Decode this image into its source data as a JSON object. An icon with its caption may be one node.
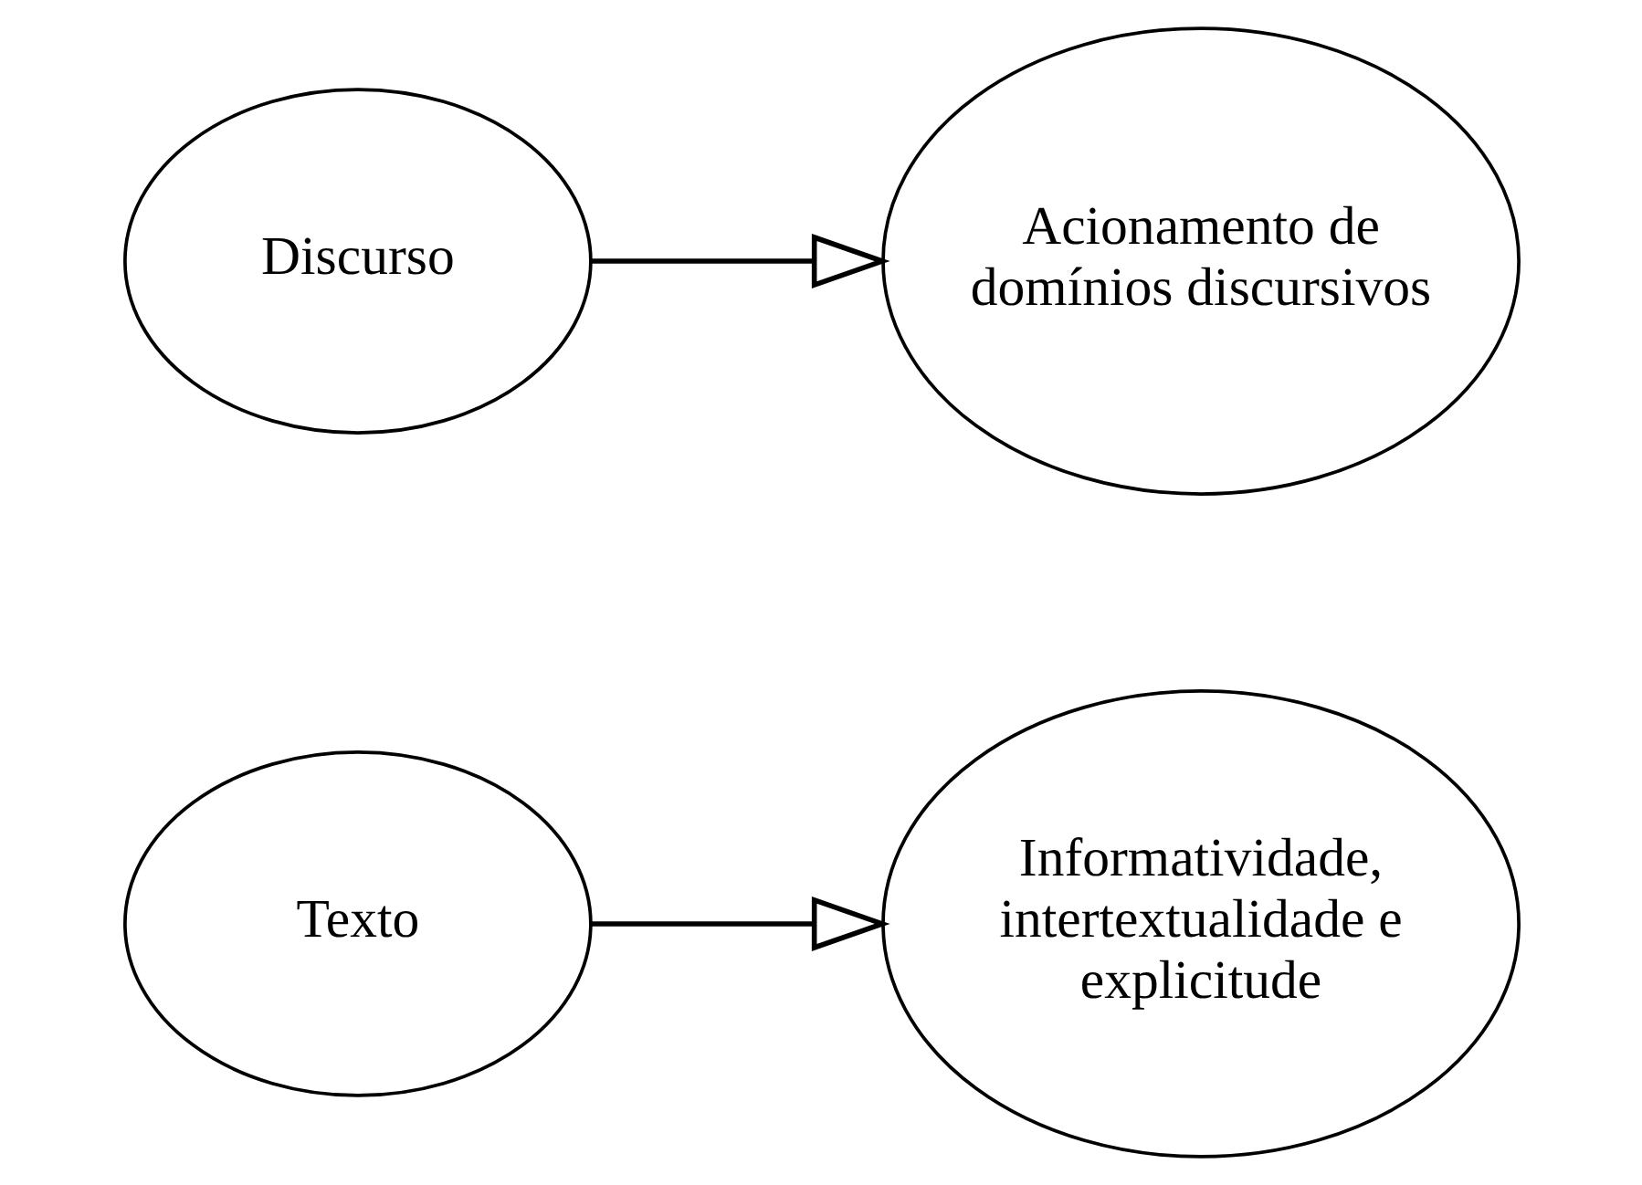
{
  "diagram": {
    "nodes": [
      {
        "text": [
          "Texto"
        ]
      },
      {
        "text": [
          "Informatividade, intertextualidade e explicitude"
        ]
      },
      {
        "text": [
          "Discurso"
        ]
      },
      {
        "text": [
          "Acionamento de domínios discursivos"
        ]
      }
    ],
    "edges": [
      {
        "from": 0,
        "to": 1,
        "arrow": "to"
      },
      {
        "from": 2,
        "to": 3,
        "arrow": "to"
      }
    ]
  }
}
